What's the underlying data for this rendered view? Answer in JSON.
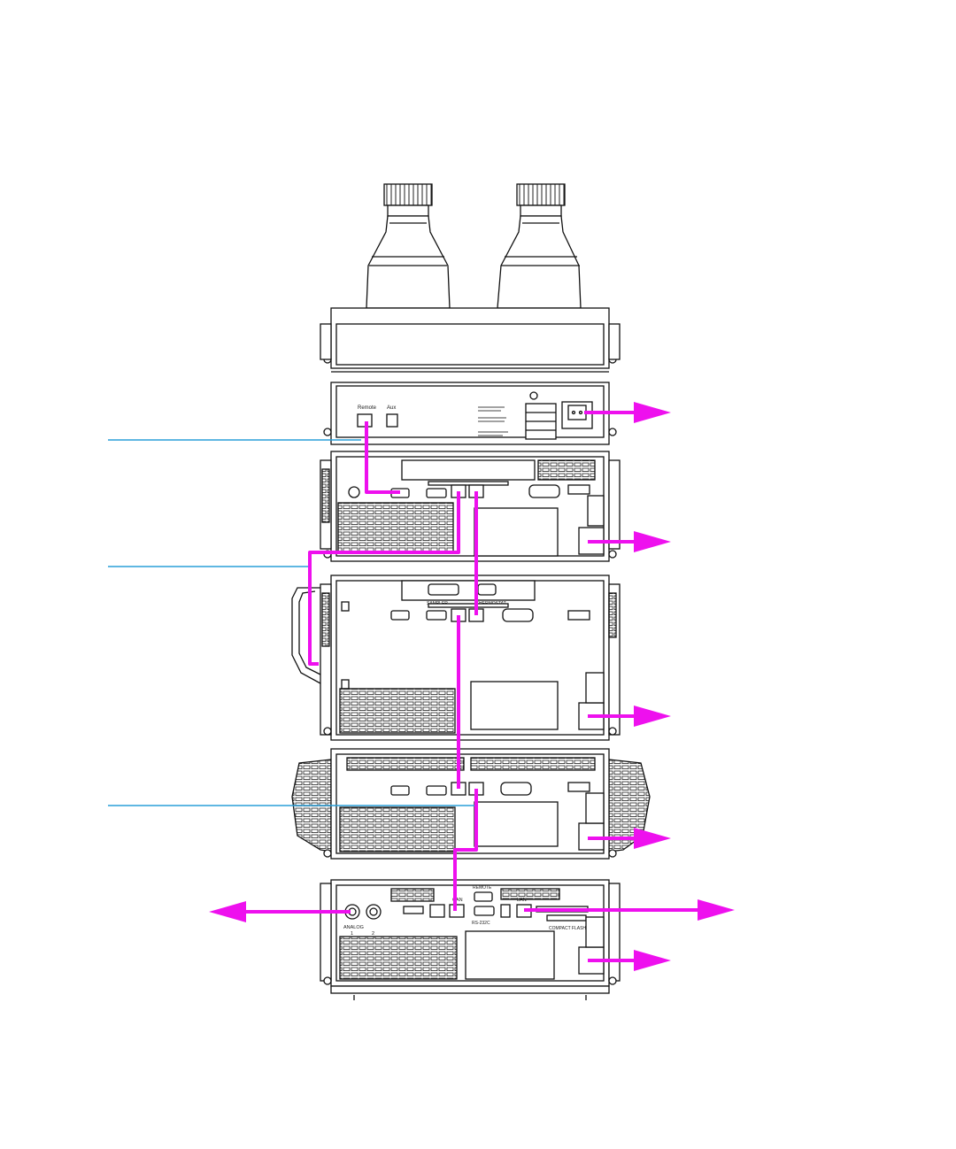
{
  "diagram": {
    "colors": {
      "cable": "#ee10ee",
      "callout": "#2a9fd8",
      "outline": "#111111",
      "background": "#ffffff"
    },
    "modules": [
      {
        "name": "solvent-cabinet",
        "labels": []
      },
      {
        "name": "pump-module",
        "labels": [
          "Remote",
          "Aux"
        ]
      },
      {
        "name": "sampler-module",
        "labels": []
      },
      {
        "name": "second-module",
        "labels": [
          "SAMPLER",
          "THERMOSTAT"
        ]
      },
      {
        "name": "column-compartment",
        "labels": []
      },
      {
        "name": "detector-module",
        "labels": [
          "REMOTE",
          "RS-232C",
          "LAN",
          "CAN",
          "ANALOG",
          "1",
          "2",
          "COMPACT FLASH"
        ]
      }
    ],
    "icons": [
      "bottle-icon",
      "power-socket-icon",
      "lan-port-icon",
      "can-port-icon",
      "arrow-right-icon",
      "arrow-left-icon"
    ]
  }
}
